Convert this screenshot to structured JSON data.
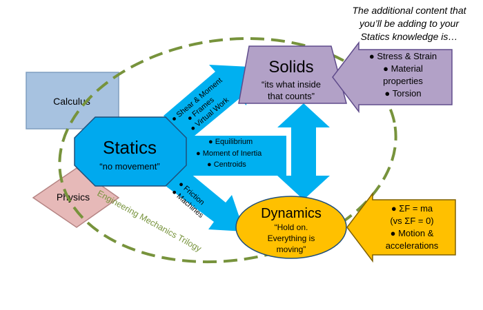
{
  "note": {
    "line1": "The additional content that",
    "line2": "you’ll be adding to your",
    "line3": "Statics knowledge is…"
  },
  "calculus": {
    "label": "Calculus"
  },
  "physics": {
    "label": "Physics"
  },
  "statics": {
    "title": "Statics",
    "subtitle": "“no movement”"
  },
  "solids": {
    "title": "Solids",
    "subtitle_line1": "“its what inside",
    "subtitle_line2": "that counts”"
  },
  "dynamics": {
    "title": "Dynamics",
    "subtitle_line1": "“Hold on.",
    "subtitle_line2": "Everything is",
    "subtitle_line3": "moving”"
  },
  "arrow_to_solids": {
    "items": [
      "● Shear & Moment",
      "● Frames",
      "● Virtual Work"
    ]
  },
  "arrow_middle": {
    "items": [
      "● Equilibrium",
      "● Moment of Inertia",
      "● Centroids"
    ]
  },
  "arrow_to_dynamics": {
    "items": [
      "● Friction",
      "● Machines"
    ]
  },
  "solids_inputs": {
    "items": [
      "● Stress & Strain",
      "● Material",
      "properties",
      "● Torsion"
    ]
  },
  "dynamics_inputs": {
    "items": [
      "● ΣF = ma",
      "(vs ΣF = 0)",
      "● Motion &",
      "accelerations"
    ]
  },
  "trilogy": {
    "label": "Engineering Mechanics Trilogy"
  },
  "colors": {
    "calculus_fill": "#a7c2e0",
    "physics_fill": "#e6b9b8",
    "statics_fill": "#00a9ee",
    "solids_fill": "#b2a1c7",
    "dynamics_fill": "#ffc000",
    "arrow_blue": "#00b0f0",
    "input_purple": "#b2a1c7",
    "input_gold": "#ffc000",
    "dash_green": "#77933c"
  }
}
